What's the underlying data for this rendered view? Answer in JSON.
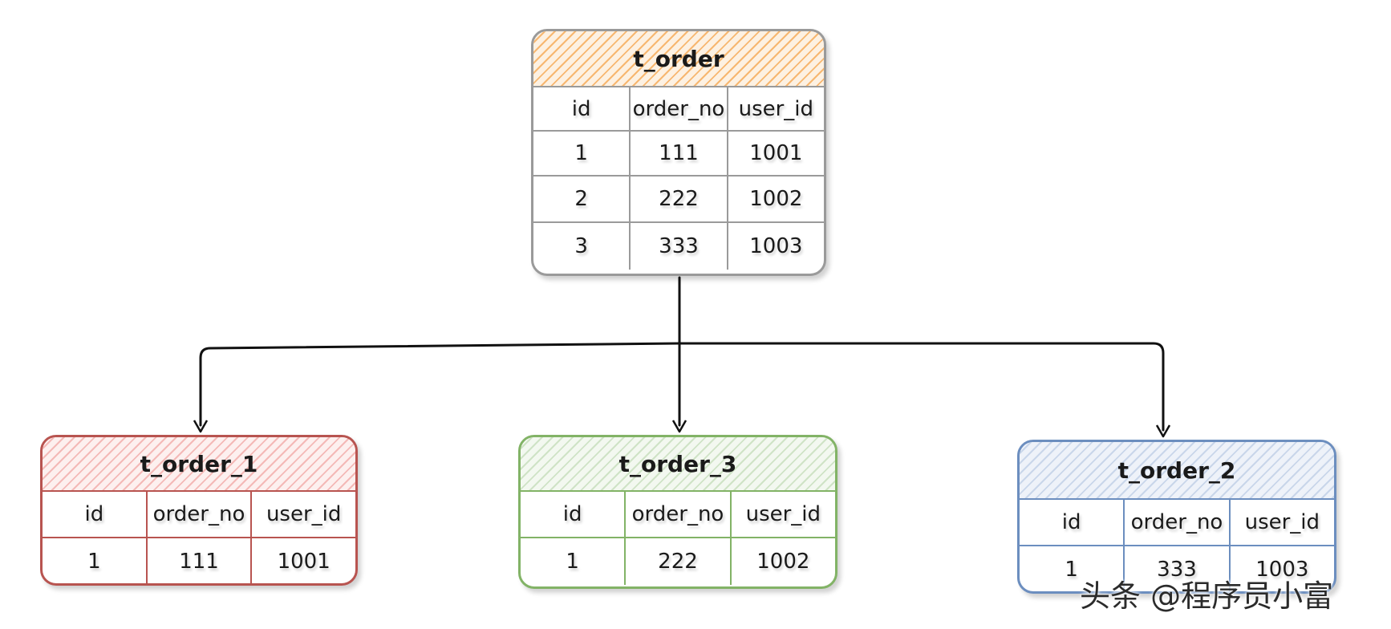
{
  "tables": {
    "main": {
      "name": "t_order",
      "columns": [
        "id",
        "order_no",
        "user_id"
      ],
      "rows": [
        [
          "1",
          "111",
          "1001"
        ],
        [
          "2",
          "222",
          "1002"
        ],
        [
          "3",
          "333",
          "1003"
        ]
      ]
    },
    "shard1": {
      "name": "t_order_1",
      "columns": [
        "id",
        "order_no",
        "user_id"
      ],
      "rows": [
        [
          "1",
          "111",
          "1001"
        ]
      ]
    },
    "shard3": {
      "name": "t_order_3",
      "columns": [
        "id",
        "order_no",
        "user_id"
      ],
      "rows": [
        [
          "1",
          "222",
          "1002"
        ]
      ]
    },
    "shard2": {
      "name": "t_order_2",
      "columns": [
        "id",
        "order_no",
        "user_id"
      ],
      "rows": [
        [
          "1",
          "333",
          "1003"
        ]
      ]
    }
  },
  "colors": {
    "main_border": "#9a9a9a",
    "main_header": "#f7b770",
    "shard1_border": "#b85450",
    "shard3_border": "#82b366",
    "shard2_border": "#6c8ebf",
    "connector": "#111111"
  },
  "watermark": "头条 @程序员小富"
}
